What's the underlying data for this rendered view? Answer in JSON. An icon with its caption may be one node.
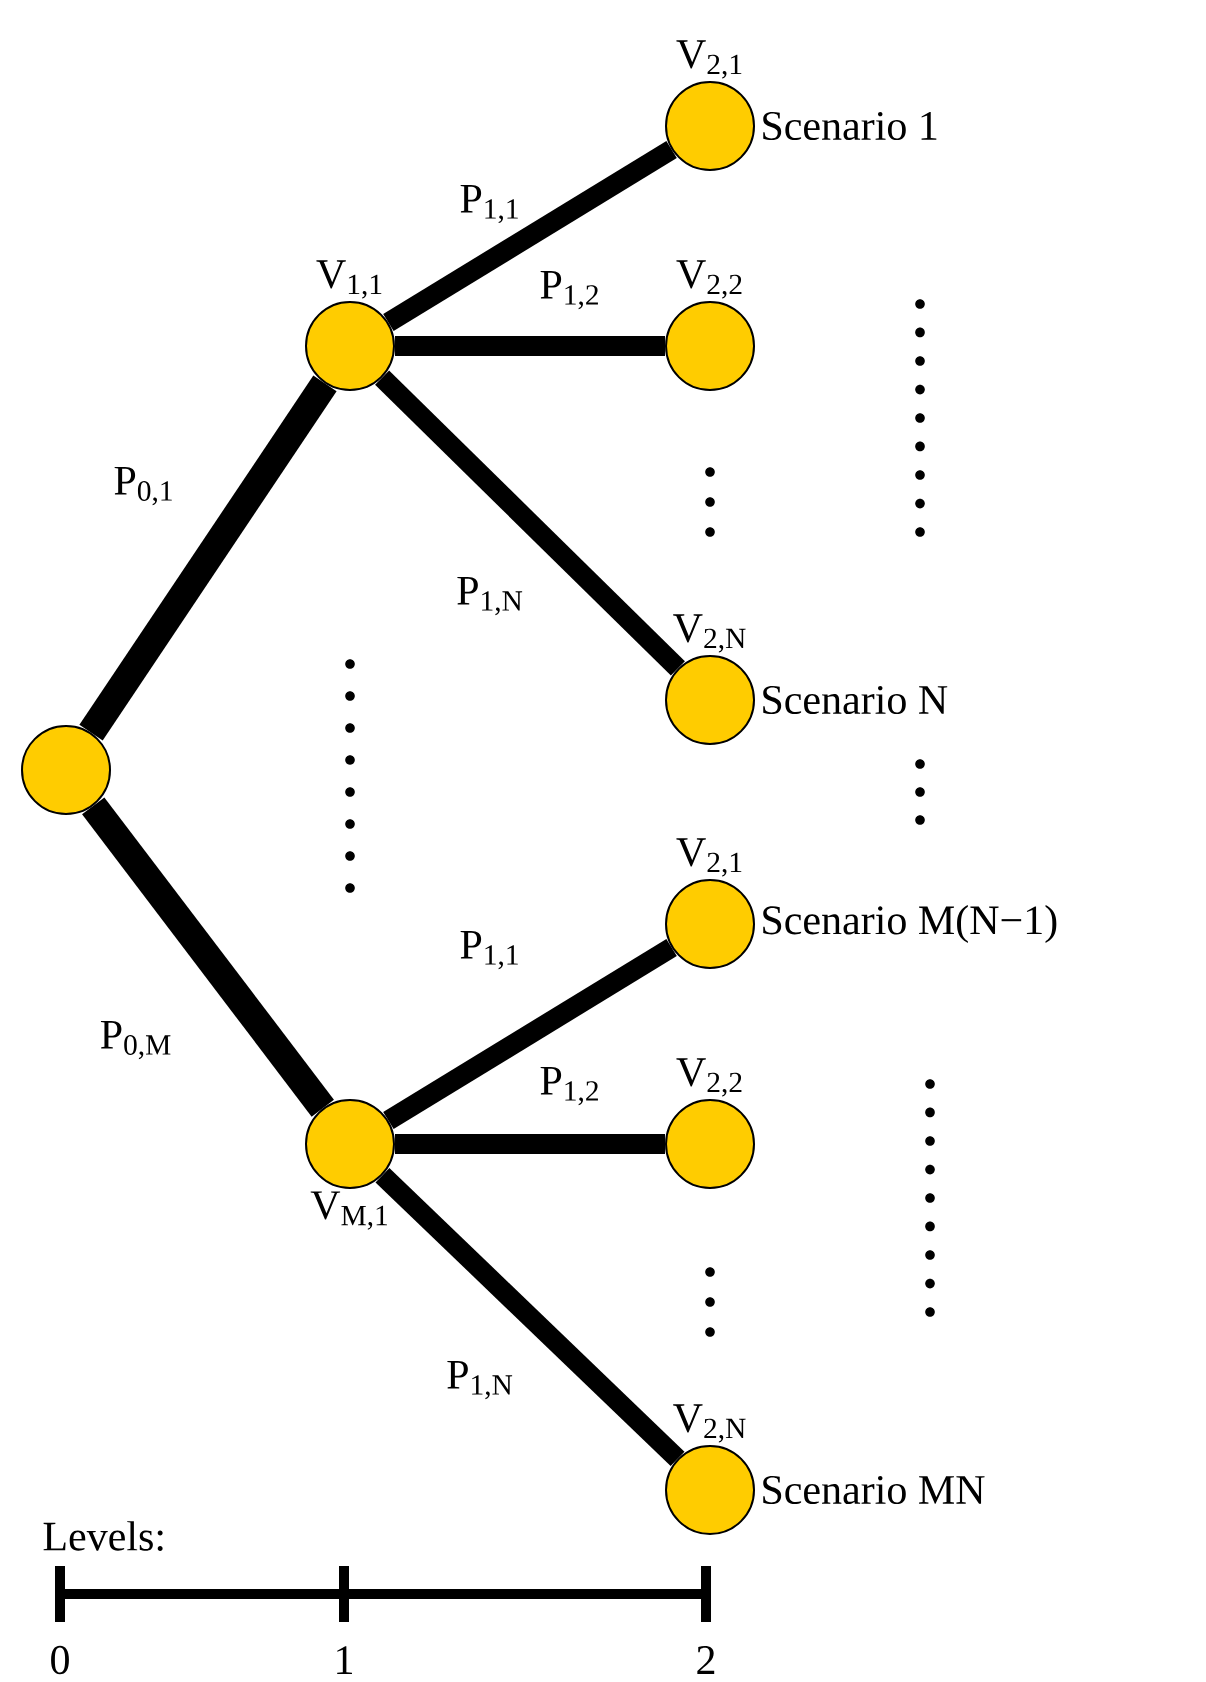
{
  "diagram": {
    "nodes": [
      {
        "text": [],
        "shape": "circle"
      },
      {
        "text": [
          "V$_{1,1}$"
        ]
      },
      {
        "text": [
          "V$_{M,1}$"
        ]
      },
      {
        "text": [
          "V$_{2,1}$"
        ],
        "beside": [
          "Scenario 1"
        ]
      },
      {
        "text": [
          "V$_{2,2}$"
        ]
      },
      {
        "text": [
          "V$_{2,N}$"
        ],
        "beside": [
          "Scenario N"
        ]
      },
      {
        "text": [
          "V$_{2,1}$"
        ],
        "beside": [
          "Scenario M(N−1)"
        ]
      },
      {
        "text": [
          "V$_{2,2}$"
        ]
      },
      {
        "text": [
          "V$_{2,N}$"
        ],
        "beside": [
          "Scenario MN"
        ]
      }
    ],
    "edges": [
      {
        "from": 0,
        "to": 1,
        "arrow": "none",
        "label": "P$_{0,1}$"
      },
      {
        "from": 0,
        "to": 2,
        "arrow": "none",
        "label": "P$_{0,M}$"
      },
      {
        "from": 1,
        "to": 3,
        "arrow": "none",
        "label": "P$_{1,1}$"
      },
      {
        "from": 1,
        "to": 4,
        "arrow": "none",
        "label": "P$_{1,2}$"
      },
      {
        "from": 1,
        "to": 5,
        "arrow": "none",
        "label": "P$_{1,N}$"
      },
      {
        "from": 2,
        "to": 6,
        "arrow": "none",
        "label": "P$_{1,1}$"
      },
      {
        "from": 2,
        "to": 7,
        "arrow": "none",
        "label": "P$_{1,2}$"
      },
      {
        "from": 2,
        "to": 8,
        "arrow": "none",
        "label": "P$_{1,N}$"
      }
    ],
    "labels": [
      "Levels:",
      "0",
      "1",
      "2"
    ]
  }
}
